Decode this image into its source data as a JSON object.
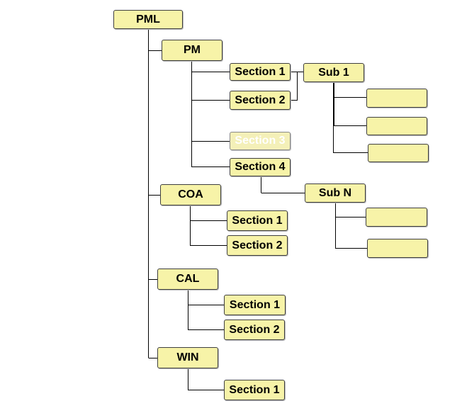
{
  "tree": {
    "root": {
      "label": "PML"
    },
    "pm": {
      "label": "PM",
      "section_1": "Section 1",
      "section_2": "Section 2",
      "section_3": "Section 3",
      "section_4": "Section 4",
      "sub_1": {
        "label": "Sub 1",
        "children": [
          "",
          "",
          ""
        ]
      },
      "sub_n": {
        "label": "Sub N",
        "children": [
          "",
          ""
        ]
      }
    },
    "coa": {
      "label": "COA",
      "section_1": "Section 1",
      "section_2": "Section 2"
    },
    "cal": {
      "label": "CAL",
      "section_1": "Section 1",
      "section_2": "Section 2"
    },
    "win": {
      "label": "WIN",
      "section_1": "Section 1"
    }
  },
  "colors": {
    "node_fill": "#f7f3a8",
    "node_border": "#3f3f3f",
    "connector": "#000000",
    "faded_text": "#ffffff"
  }
}
